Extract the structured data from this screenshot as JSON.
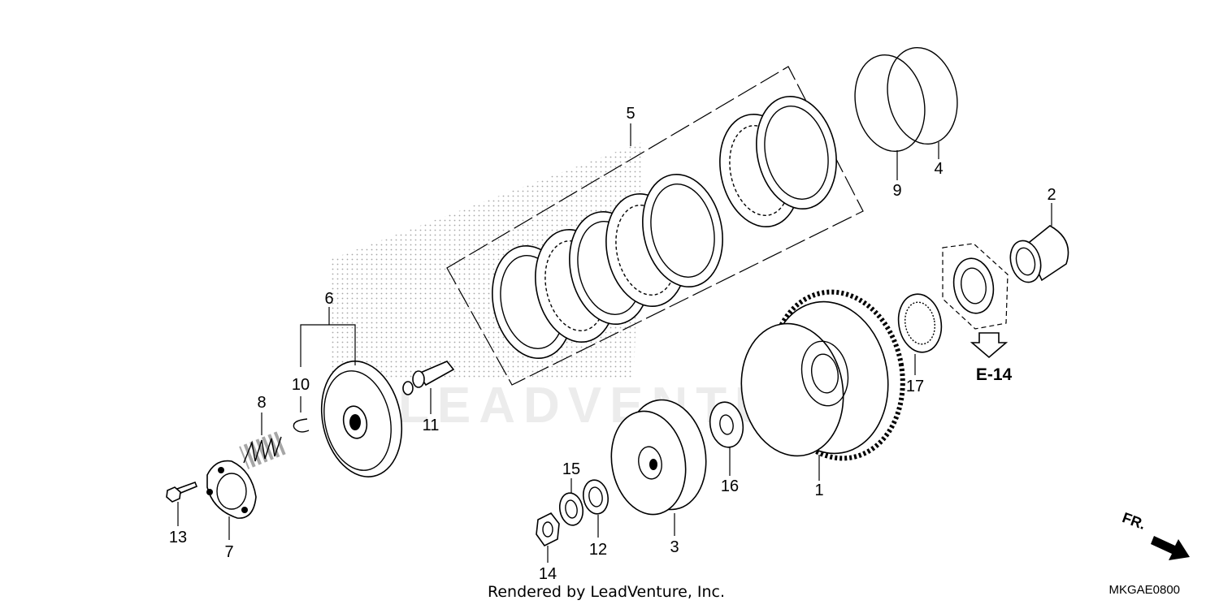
{
  "watermark": "LEADVENTURE",
  "footer": "Rendered by LeadVenture, Inc.",
  "diagram_code": "MKGAE0800",
  "ref_label": "E-14",
  "front_label": "FR.",
  "callouts": [
    "1",
    "2",
    "3",
    "4",
    "5",
    "6",
    "7",
    "8",
    "9",
    "10",
    "11",
    "12",
    "13",
    "14",
    "15",
    "16",
    "17"
  ]
}
